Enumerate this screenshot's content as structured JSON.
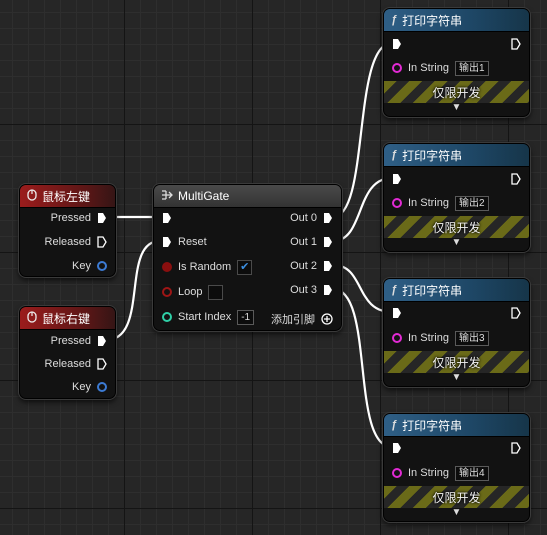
{
  "mouse_left": {
    "title": "鼠标左键",
    "pins": [
      "Pressed",
      "Released",
      "Key"
    ]
  },
  "mouse_right": {
    "title": "鼠标右键",
    "pins": [
      "Pressed",
      "Released",
      "Key"
    ]
  },
  "multigate": {
    "title": "MultiGate",
    "inputs": {
      "reset": "Reset",
      "is_random": "Is Random",
      "loop": "Loop",
      "start_index": "Start Index"
    },
    "is_random_checked": true,
    "loop_checked": false,
    "start_index_value": "-1",
    "outputs": [
      "Out 0",
      "Out 1",
      "Out 2",
      "Out 3"
    ],
    "add_pin": "添加引脚"
  },
  "print_nodes": [
    {
      "title": "打印字符串",
      "in_string_label": "In String",
      "value": "输出1",
      "dev_only": "仅限开发"
    },
    {
      "title": "打印字符串",
      "in_string_label": "In String",
      "value": "输出2",
      "dev_only": "仅限开发"
    },
    {
      "title": "打印字符串",
      "in_string_label": "In String",
      "value": "输出3",
      "dev_only": "仅限开发"
    },
    {
      "title": "打印字符串",
      "in_string_label": "In String",
      "value": "输出4",
      "dev_only": "仅限开发"
    }
  ],
  "colors": {
    "exec_wire": "#ffffff",
    "input_header": "#9b1c1c",
    "function_header": "#2f5f86",
    "key_pin": "#3c7bd4",
    "string_pin": "#e22ad4",
    "bool_pin": "#8a0f0f",
    "int_pin": "#2fd0a7"
  },
  "icons": {
    "input_node": "mouse-icon",
    "multigate": "multigate-icon",
    "function": "function-icon"
  }
}
